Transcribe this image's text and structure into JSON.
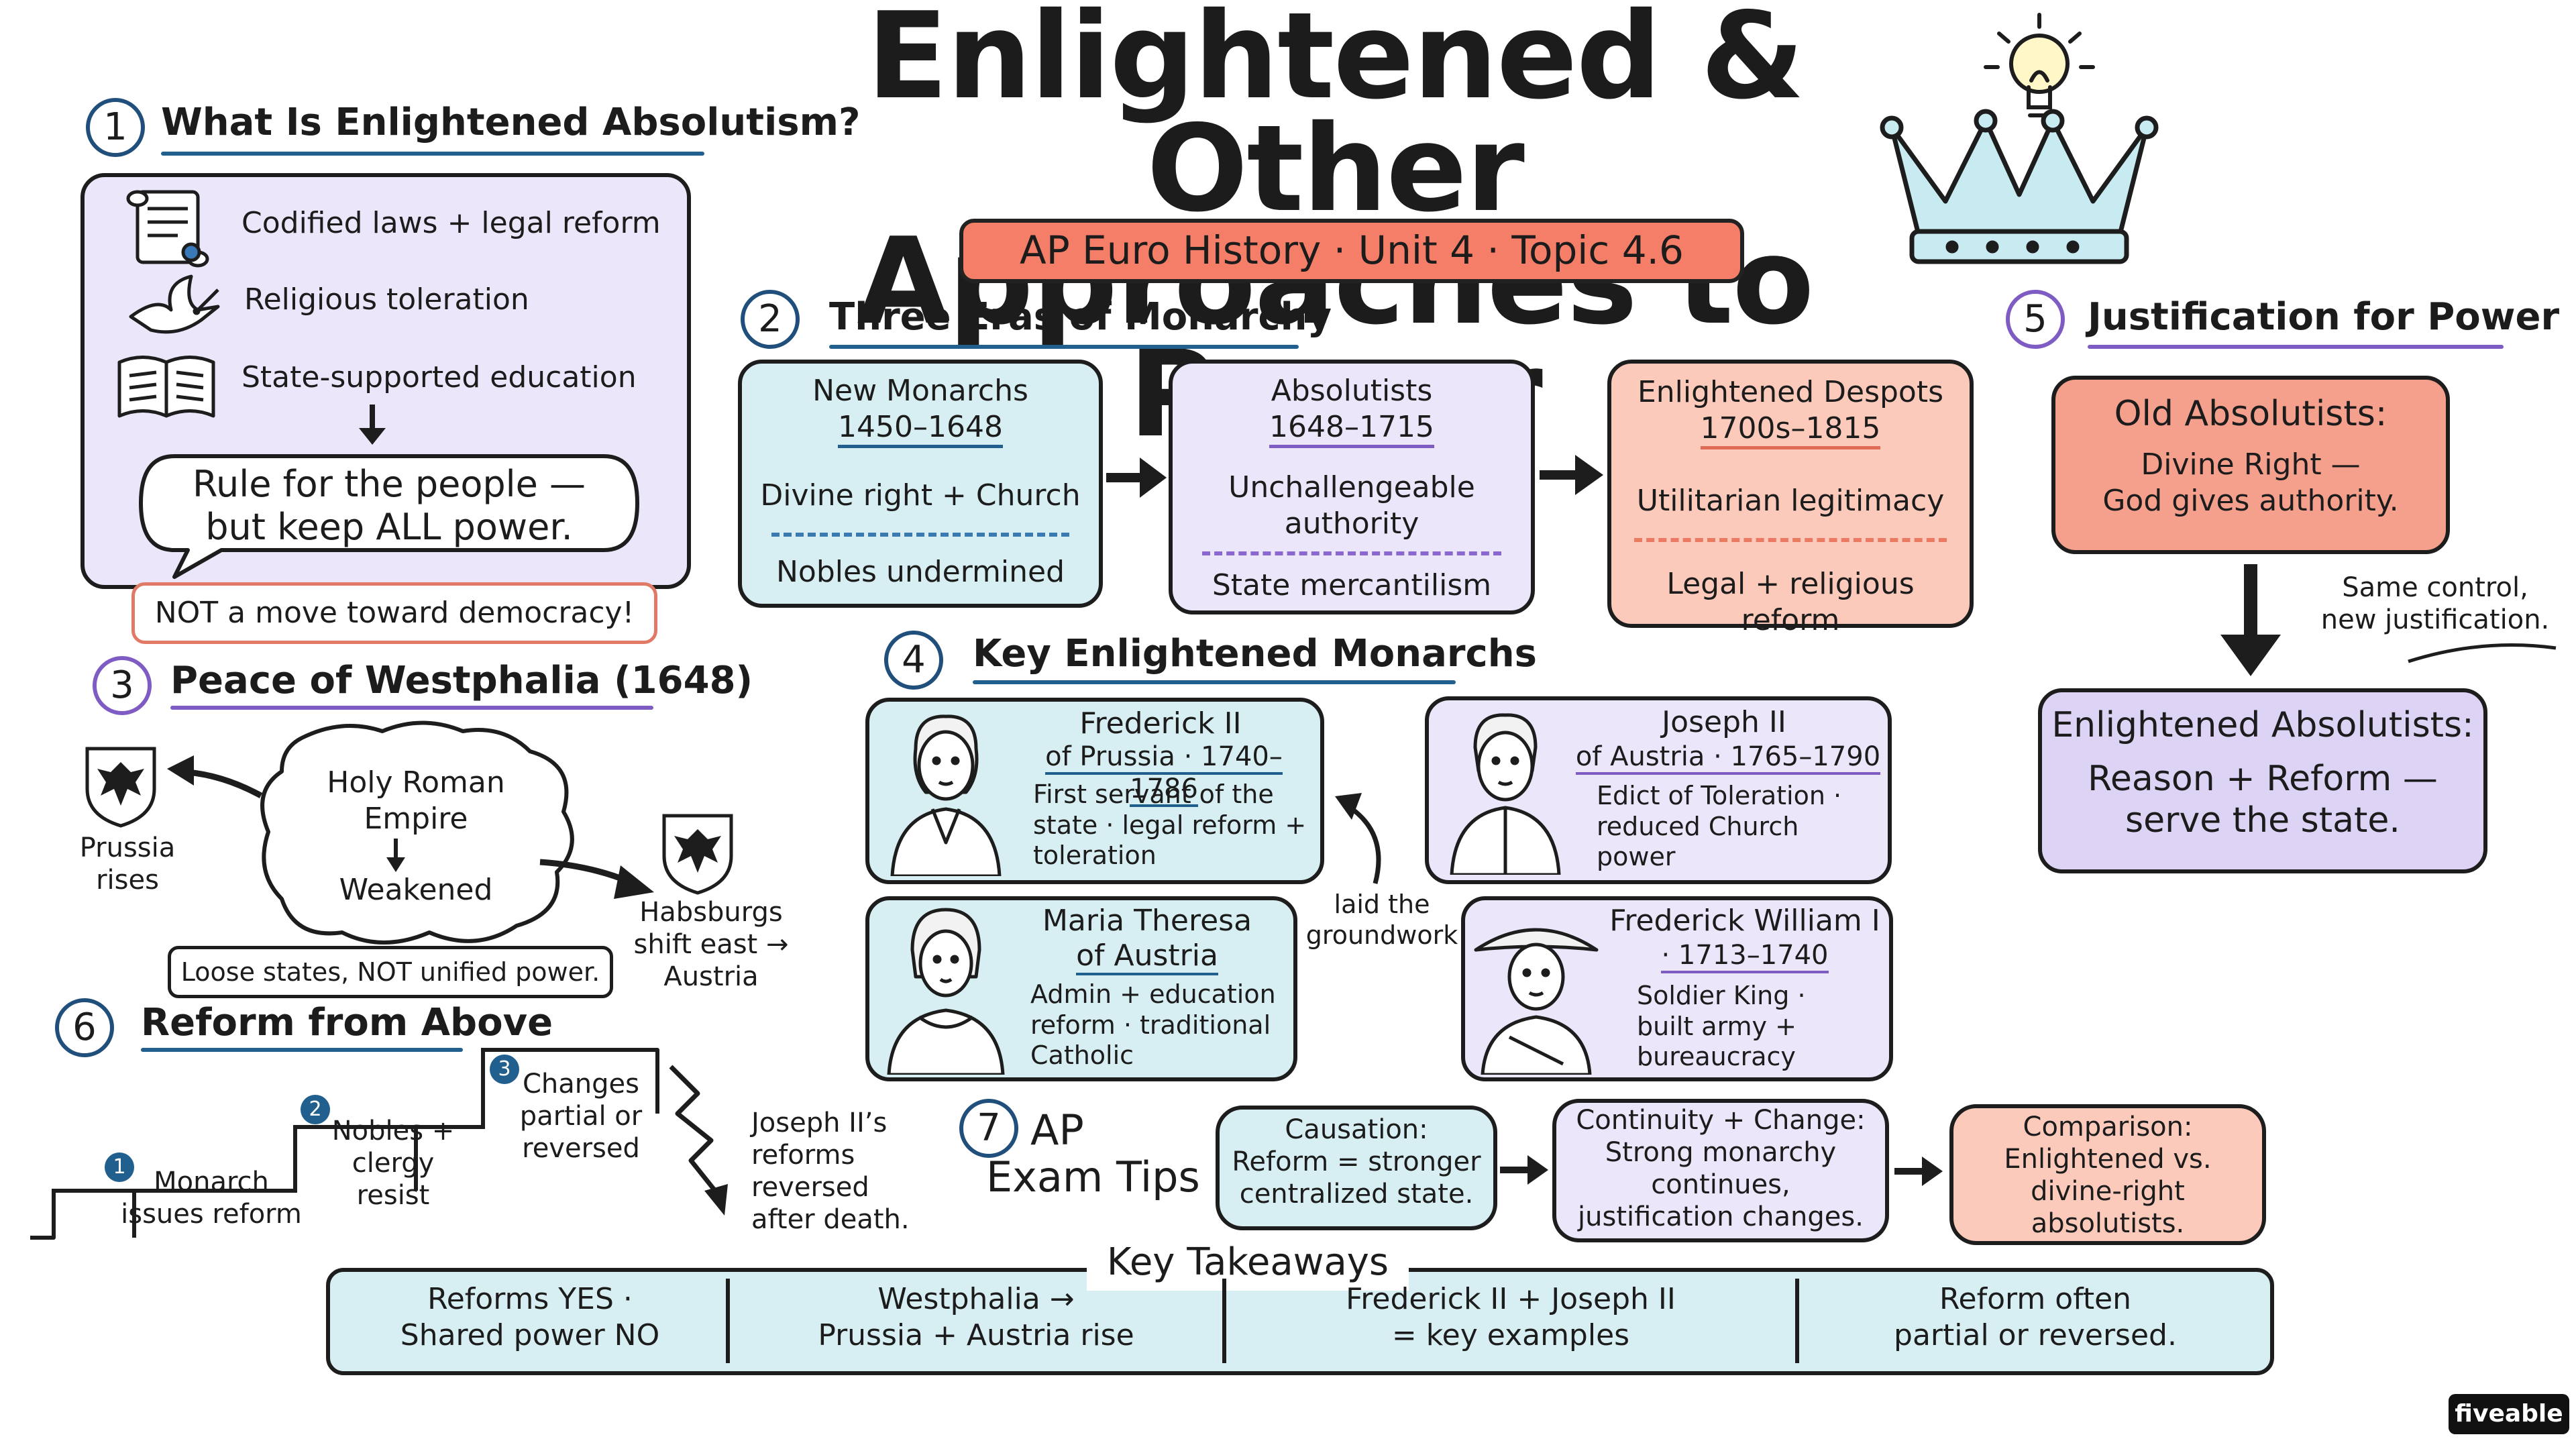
{
  "header": {
    "title_line1": "Enlightened & Other",
    "title_line2": "Approaches to Power",
    "subtitle": "AP Euro History · Unit 4 · Topic 4.6"
  },
  "section1": {
    "num": "1",
    "title": "What Is Enlightened Absolutism?",
    "items": [
      {
        "icon": "scroll-icon",
        "text": "Codified laws + legal reform"
      },
      {
        "icon": "dove-icon",
        "text": "Religious toleration"
      },
      {
        "icon": "book-icon",
        "text": "State-supported education"
      }
    ],
    "bubble_line1": "Rule for the people —",
    "bubble_line2": "but keep ALL power.",
    "note": "NOT a move toward democracy!"
  },
  "section2": {
    "num": "2",
    "title": "Three Eras of Monarchy",
    "eras": [
      {
        "name": "New Monarchs",
        "dates": "1450–1648",
        "top": "Divine right + Church",
        "bottom": "Nobles undermined"
      },
      {
        "name": "Absolutists",
        "dates": "1648–1715",
        "top": "Unchallengeable authority",
        "bottom": "State mercantilism"
      },
      {
        "name": "Enlightened Despots",
        "dates": "1700s–1815",
        "top": "Utilitarian legitimacy",
        "bottom": "Legal + religious reform"
      }
    ]
  },
  "section3": {
    "num": "3",
    "title": "Peace of Westphalia (1648)",
    "hre_line1": "Holy Roman",
    "hre_line2": "Empire",
    "weakened": "Weakened",
    "prussia_line1": "Prussia",
    "prussia_line2": "rises",
    "habs_line1": "Habsburgs",
    "habs_line2": "shift east →",
    "habs_line3": "Austria",
    "note": "Loose states, NOT unified power."
  },
  "section4": {
    "num": "4",
    "title": "Key Enlightened Monarchs",
    "monarchs": [
      {
        "name": "Frederick II",
        "sub": "of Prussia · 1740–1786",
        "desc1": "First servant of the",
        "desc2": "state · legal reform +",
        "desc3": "toleration"
      },
      {
        "name": "Joseph II",
        "sub": "of Austria · 1765–1790",
        "desc1": "Edict of Toleration ·",
        "desc2": "reduced Church",
        "desc3": "power"
      },
      {
        "name": "Maria Theresa",
        "sub": "of Austria",
        "desc1": "Admin + education",
        "desc2": "reform · traditional",
        "desc3": "Catholic"
      },
      {
        "name": "Frederick William I",
        "sub": "· 1713–1740",
        "desc1": "Soldier King ·",
        "desc2": "built army +",
        "desc3": "bureaucracy"
      }
    ],
    "groundwork_line1": "laid the",
    "groundwork_line2": "groundwork"
  },
  "section5": {
    "num": "5",
    "title": "Justification for Power",
    "old_title": "Old Absolutists:",
    "old_line1": "Divine Right —",
    "old_line2": "God gives authority.",
    "note_line1": "Same control,",
    "note_line2": "new justification.",
    "new_title": "Enlightened Absolutists:",
    "new_line1": "Reason + Reform —",
    "new_line2": "serve the state."
  },
  "section6": {
    "num": "6",
    "title": "Reform from Above",
    "steps": [
      {
        "n": "1",
        "line1": "Monarch",
        "line2": "issues reform"
      },
      {
        "n": "2",
        "line1": "Nobles +",
        "line2": "clergy",
        "line3": "resist"
      },
      {
        "n": "3",
        "line1": "Changes",
        "line2": "partial or",
        "line3": "reversed"
      }
    ],
    "joseph_line1": "Joseph II’s",
    "joseph_line2": "reforms",
    "joseph_line3": "reversed",
    "joseph_line4": "after death."
  },
  "section7": {
    "num": "7",
    "title_line1": "AP",
    "title_line2": "Exam Tips",
    "tips": [
      {
        "line1": "Causation:",
        "line2": "Reform = stronger",
        "line3": "centralized state."
      },
      {
        "line1": "Continuity + Change:",
        "line2": "Strong monarchy",
        "line3": "continues,",
        "line4": "justification changes."
      },
      {
        "line1": "Comparison:",
        "line2": "Enlightened vs.",
        "line3": "divine-right",
        "line4": "absolutists."
      }
    ]
  },
  "takeaways": {
    "title": "Key Takeaways",
    "items": [
      {
        "line1": "Reforms YES ·",
        "line2": "Shared power NO"
      },
      {
        "line1": "Westphalia →",
        "line2": "Prussia + Austria rise"
      },
      {
        "line1": "Frederick II + Joseph II",
        "line2": "= key examples"
      },
      {
        "line1": "Reform often",
        "line2": "partial or reversed."
      }
    ]
  },
  "brand": "fiveable",
  "colors": {
    "lavender": "#ece6fa",
    "cyan": "#d7eff2",
    "peach": "#fbcabb",
    "salmon": "#f4a08c",
    "subtitle_bg": "#f47e67",
    "blue_underline": "#215f8e",
    "purple_underline": "#7e5cc4"
  }
}
